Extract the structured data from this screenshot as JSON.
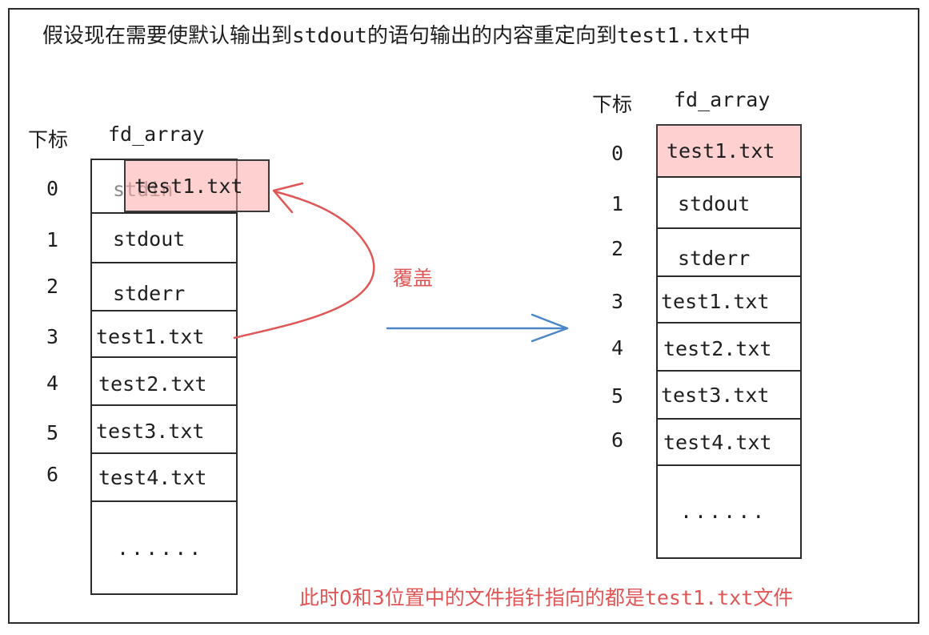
{
  "title": {
    "part1": "假设现在需要使默认输出到",
    "code1": "stdout",
    "part2": "的语句输出的内容重定向到",
    "code2": "test1.txt",
    "part3": "中"
  },
  "left_table": {
    "index_header": "下标",
    "array_header": "fd_array",
    "indices": [
      "0",
      "1",
      "2",
      "3",
      "4",
      "5",
      "6"
    ],
    "cells": [
      "stdin",
      "stdout",
      "stderr",
      "test1.txt",
      "test2.txt",
      "test3.txt",
      "test4.txt"
    ],
    "overlay_cell": "test1.txt",
    "ellipsis": "......"
  },
  "overlay_label": "覆盖",
  "right_table": {
    "index_header": "下标",
    "array_header": "fd_array",
    "indices": [
      "0",
      "1",
      "2",
      "3",
      "4",
      "5",
      "6"
    ],
    "cells": [
      "test1.txt",
      "stdout",
      "stderr",
      "test1.txt",
      "test2.txt",
      "test3.txt",
      "test4.txt"
    ],
    "ellipsis": "......"
  },
  "note": {
    "part1": "此时0和3位置中的文件指针指向的都是",
    "code": "test1.txt",
    "part2": "文件"
  },
  "colors": {
    "highlight_fill": "#ffc9c9",
    "red_annotation": "#e05555",
    "blue_arrow": "#4a86c8",
    "ink": "#1e1e1e"
  }
}
